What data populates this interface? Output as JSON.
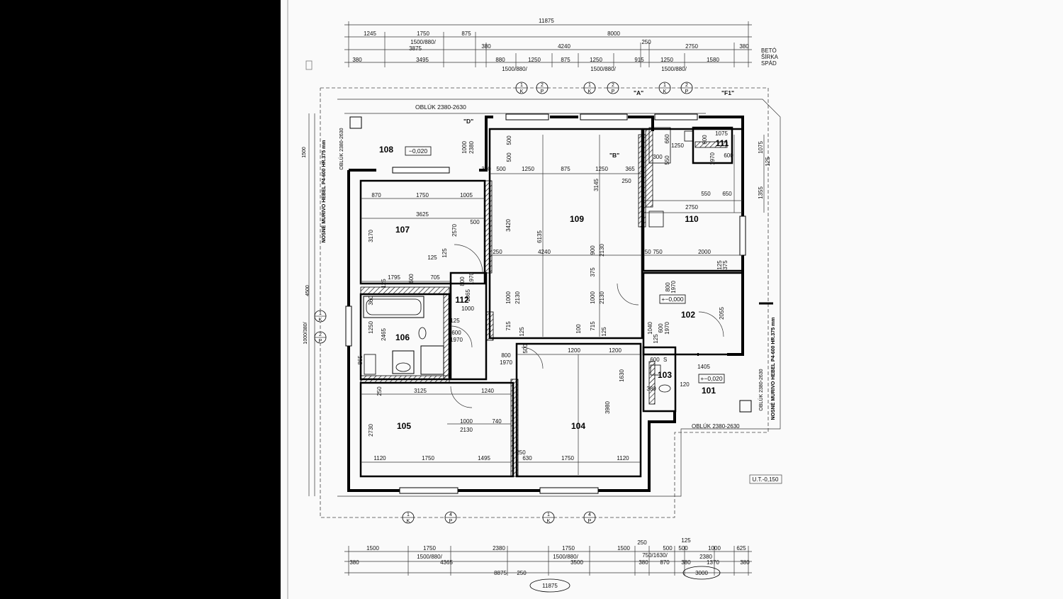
{
  "dims_top": {
    "overall": "11875",
    "row1": [
      "1245",
      "1750",
      "875",
      "8000"
    ],
    "row2": [
      "1500/880/",
      "3875",
      "380",
      "4240",
      "250",
      "2750",
      "380"
    ],
    "row3": [
      "380",
      "3495",
      "880",
      "1250",
      "875",
      "1250",
      "915",
      "1250",
      "1580"
    ],
    "row3_sub": [
      "1500/880/",
      "1500/880/",
      "1500/880/"
    ]
  },
  "dims_bottom": {
    "row1": [
      "1500",
      "1750",
      "2380",
      "1750",
      "1500",
      "250",
      "500",
      "500",
      "125",
      "1000",
      "625"
    ],
    "row2": [
      "1500/880/",
      "4365",
      "1500/880/",
      "3500",
      "750/1630/",
      "380",
      "870",
      "380",
      "2380",
      "1370",
      "380"
    ],
    "row3": [
      "380",
      "8875",
      "250",
      "3000"
    ],
    "overall": "11875"
  },
  "rooms": {
    "r101": "101",
    "r102": "102",
    "r103": "103",
    "r104": "104",
    "r105": "105",
    "r106": "106",
    "r107": "107",
    "r108": "108",
    "r109": "109",
    "r110": "110",
    "r111": "111",
    "r112": "112"
  },
  "levels": {
    "l108": "−0,020",
    "l102": "+−0,000",
    "l101": "+−0,020"
  },
  "notes": {
    "arch_top": "OBLÚK 2380-2630",
    "arch_left": "OBLÚK 2380-2630",
    "arch_right": "OBLÚK 2380-2630",
    "arch_bottom": "OBLÚK 2380-2630",
    "wall_left": "NOSNÉ MURIVO HEBEL P4-600 HR.375 mm",
    "wall_right": "NOSNÉ MURIVO HEBEL P4-600 HR.375 mm",
    "ut": "U.T.-0,150",
    "beton": [
      "BETÓ",
      "ŠÍRKA",
      "SPÁD"
    ],
    "left_1500": "1500",
    "left_4500": "4500",
    "left_sub": "1000/380/"
  },
  "sections": {
    "a": "\"A\"",
    "b": "\"B\"",
    "d": "\"D\"",
    "f1": "\"F1\""
  },
  "grid_marks": {
    "top": [
      {
        "n": "1",
        "l": "K"
      },
      {
        "n": "2",
        "l": "P"
      },
      {
        "n": "1",
        "l": "K"
      },
      {
        "n": "2",
        "l": "P"
      },
      {
        "n": "1",
        "l": "K"
      },
      {
        "n": "2",
        "l": "P"
      }
    ],
    "bottom": [
      {
        "n": "1",
        "l": "K"
      },
      {
        "n": "4",
        "l": "P"
      },
      {
        "n": "1",
        "l": "K"
      },
      {
        "n": "4",
        "l": "P"
      }
    ],
    "left": [
      {
        "n": "1",
        "l": "K"
      },
      {
        "n": "2",
        "l": "P"
      }
    ]
  },
  "inner_dims": {
    "r107": [
      "870",
      "1750",
      "1005",
      "3625",
      "3170",
      "2570",
      "500",
      "125",
      "125",
      "1795",
      "705",
      "600",
      "125"
    ],
    "r109": [
      "380",
      "500",
      "1250",
      "875",
      "1250",
      "365",
      "250",
      "3420",
      "6135",
      "3145",
      "4240",
      "900",
      "2130",
      "250",
      "375",
      "1000",
      "2130",
      "1000",
      "2130",
      "715",
      "125",
      "100",
      "715",
      "125"
    ],
    "r110": [
      "1250",
      "660",
      "300",
      "550",
      "600",
      "1075",
      "600",
      "1970",
      "650",
      "550",
      "2750",
      "750",
      "2000",
      "125",
      "375",
      "1355",
      "125",
      "1075",
      "250"
    ],
    "r112": [
      "800",
      "1865",
      "1970",
      "1000",
      "125",
      "600",
      "1970"
    ],
    "r106": [
      "360",
      "1250",
      "2465",
      "865"
    ],
    "r102": [
      "800",
      "1970",
      "1040",
      "600",
      "1970",
      "2055",
      "125"
    ],
    "r104": [
      "500",
      "1200",
      "1200",
      "800",
      "1970",
      "1630",
      "3980"
    ],
    "r103": [
      "600",
      "380",
      "120",
      "1405"
    ],
    "r105": [
      "250",
      "3125",
      "1240",
      "2730",
      "1000",
      "2130",
      "740",
      "1120",
      "1750",
      "1495"
    ],
    "r104b": [
      "250",
      "630",
      "1750",
      "1120"
    ],
    "r108": [
      "1000",
      "2380",
      "500",
      "500"
    ],
    "door_pairs": [
      "800",
      "1970",
      "1200",
      "800",
      "1970"
    ]
  },
  "misc": {
    "r111_dims": [
      "1075",
      "650"
    ],
    "s_mark": "S"
  }
}
